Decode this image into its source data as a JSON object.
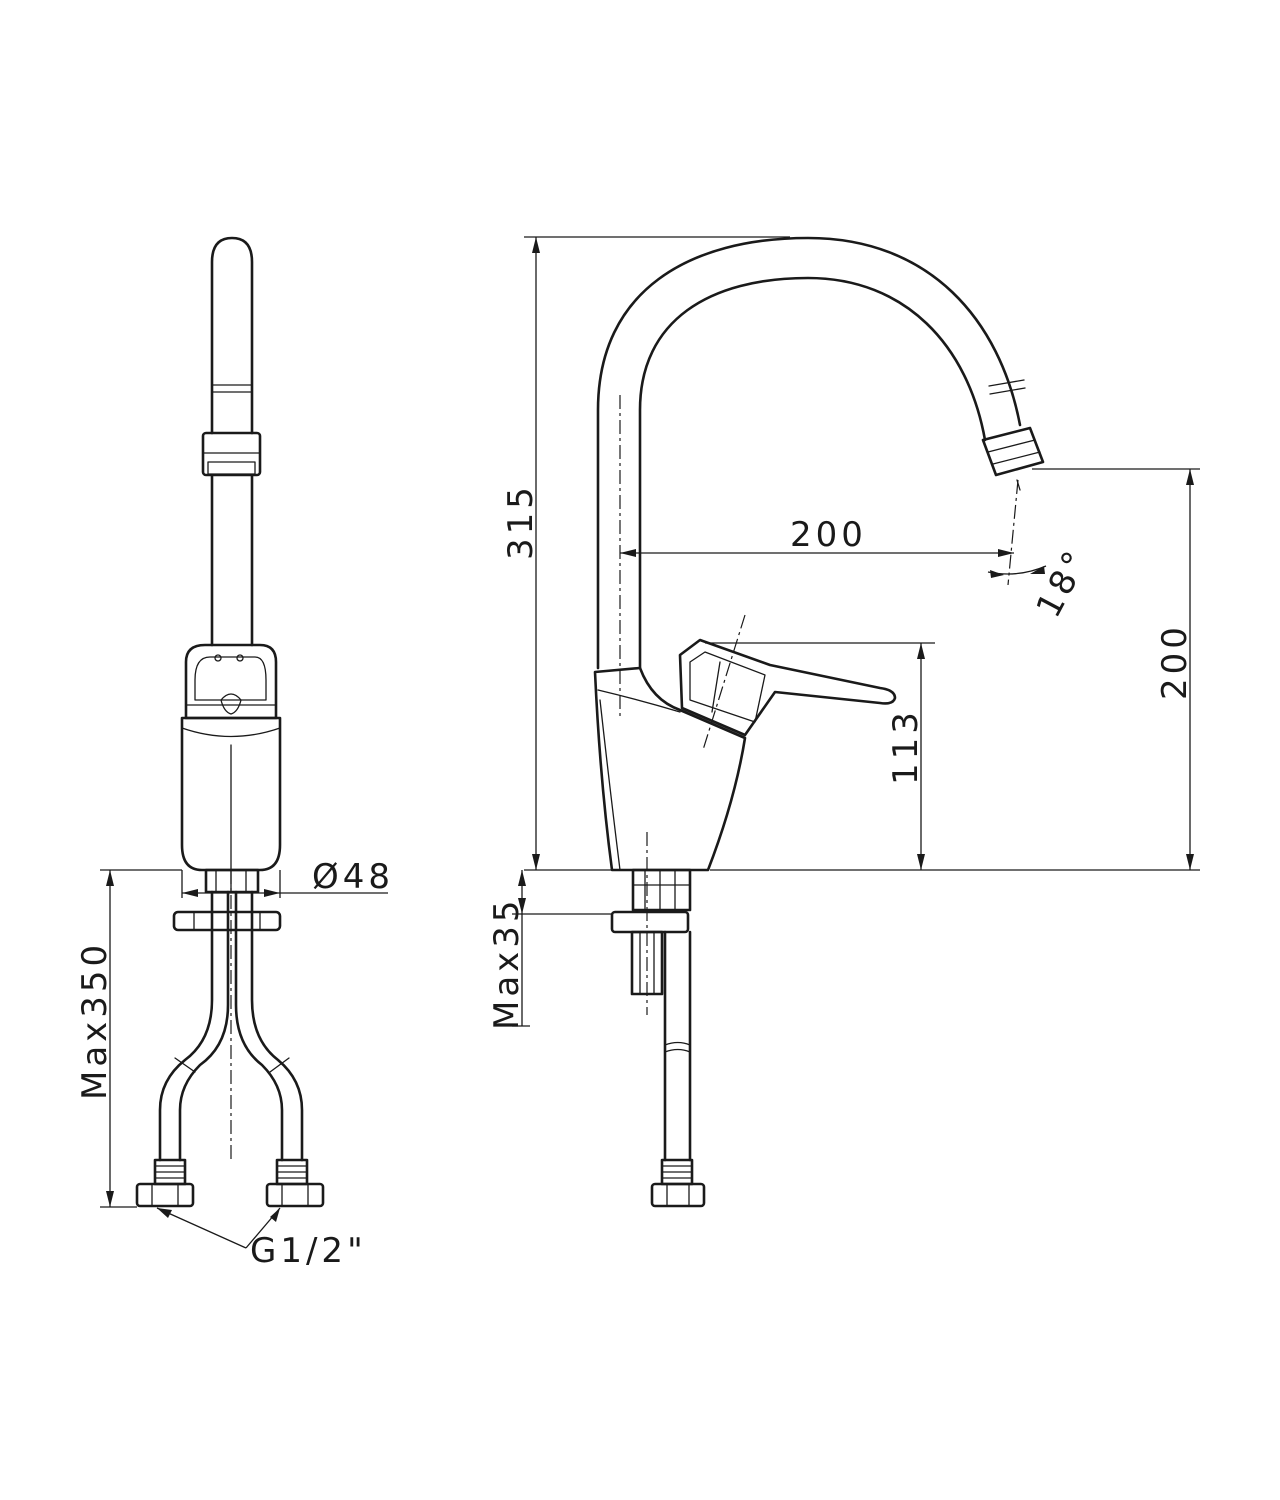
{
  "dimensions": {
    "total_height": "315",
    "spout_reach": "200",
    "spout_height": "200",
    "lever_height": "113",
    "spray_angle": "18°",
    "body_diameter": "Ø48",
    "hose_length": "Max350",
    "deck_thickness": "Max35",
    "thread": "G1/2\""
  }
}
